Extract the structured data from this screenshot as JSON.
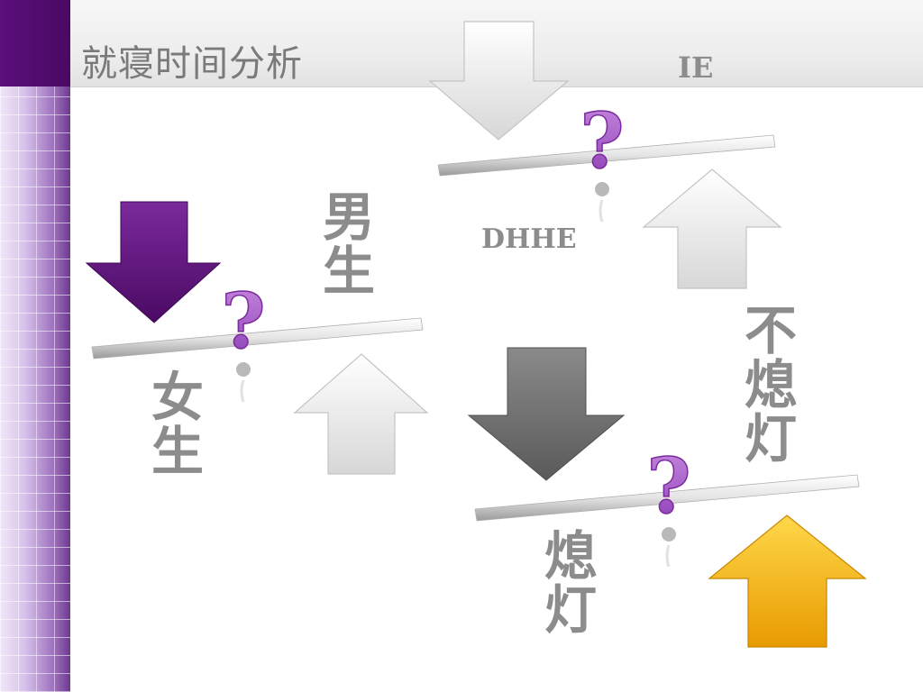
{
  "slide": {
    "title": "就寝时间分析",
    "labels": {
      "ie": "IE",
      "dhhe": "DHHE",
      "male": "男生",
      "female": "女生",
      "lights_out": "熄灯",
      "lights_on": "不熄灯"
    },
    "question_mark": "?",
    "colors": {
      "accent_purple": "#6a1b8a",
      "arrow_gray": "#7a7a7a",
      "arrow_orange": "#f2a900",
      "label_gray": "#8c8c8c"
    }
  }
}
